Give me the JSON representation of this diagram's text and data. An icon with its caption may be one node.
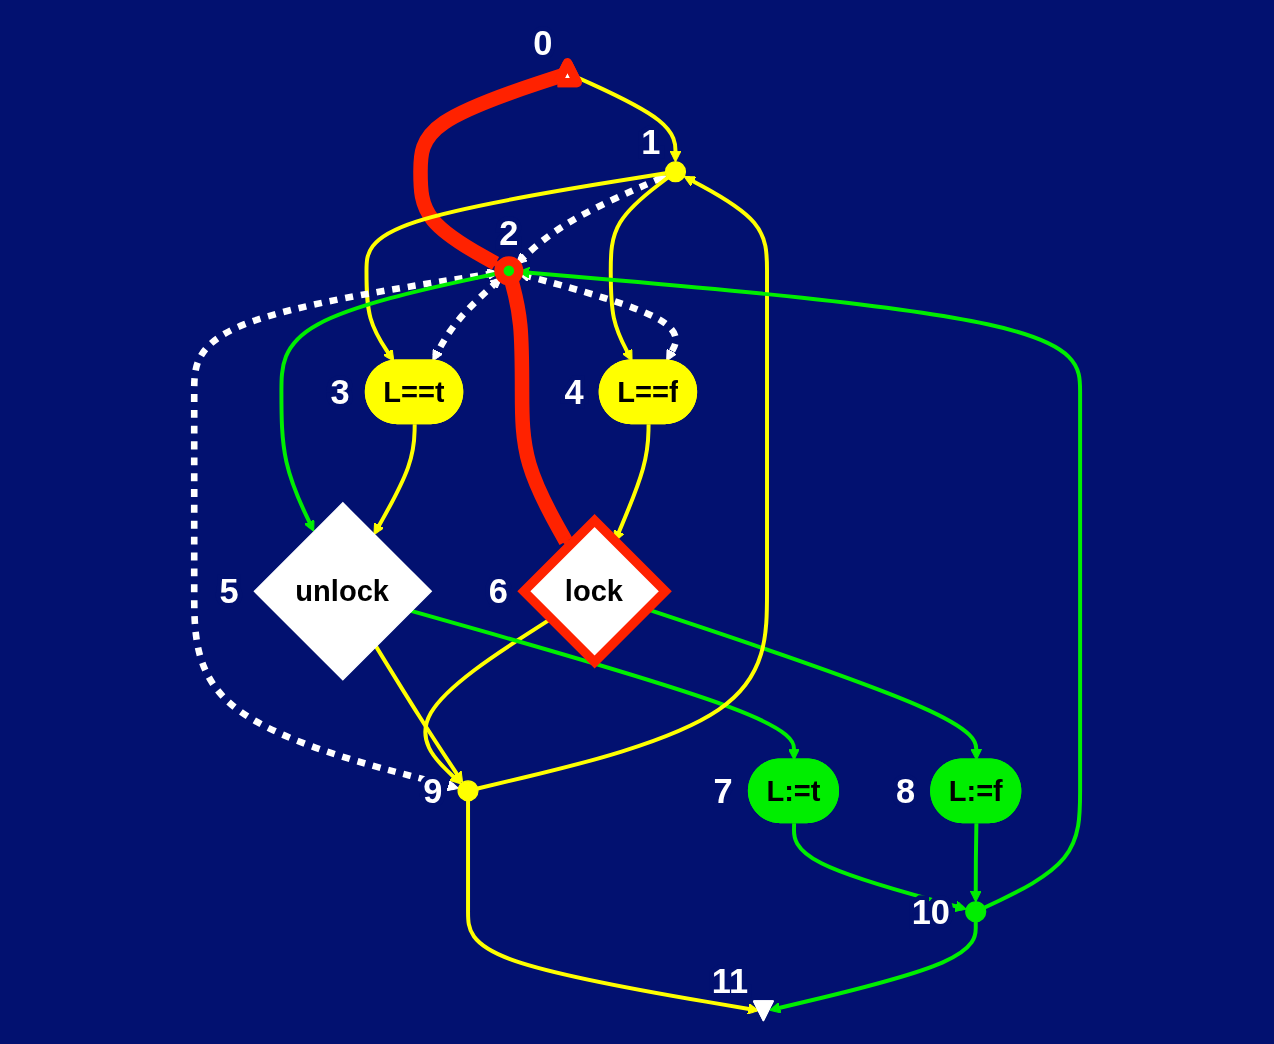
{
  "diagram": {
    "nodes": [
      {
        "text": [],
        "shape": "triangle",
        "beside": [
          "0"
        ]
      },
      {
        "text": [],
        "shape": "circle",
        "beside": [
          "1"
        ]
      },
      {
        "text": [],
        "shape": "circle",
        "beside": [
          "2"
        ]
      },
      {
        "text": [
          "L==t"
        ],
        "beside": [
          "3"
        ]
      },
      {
        "text": [
          "L==f"
        ],
        "beside": [
          "4"
        ]
      },
      {
        "text": [
          "unlock"
        ],
        "beside": [
          "5"
        ]
      },
      {
        "text": [
          "lock"
        ],
        "beside": [
          "6"
        ]
      },
      {
        "text": [
          "L:=t"
        ],
        "beside": [
          "7"
        ]
      },
      {
        "text": [
          "L:=f"
        ],
        "beside": [
          "8"
        ]
      },
      {
        "text": [],
        "shape": "circle",
        "beside": [
          "9"
        ]
      },
      {
        "text": [],
        "shape": "circle",
        "beside": [
          "10"
        ]
      },
      {
        "text": [],
        "shape": "triangle",
        "beside": [
          "11"
        ]
      }
    ],
    "edges": [
      {
        "from": 0,
        "to": 1,
        "arrow": "to"
      },
      {
        "from": 0,
        "to": 2,
        "arrow": "to",
        "style": "thick",
        "color": "#ff2200"
      },
      {
        "from": 1,
        "to": 2,
        "arrow": "both",
        "style": "dashed",
        "color": "#ffffff"
      },
      {
        "from": 1,
        "to": 3,
        "arrow": "to"
      },
      {
        "from": 1,
        "to": 4,
        "arrow": "to"
      },
      {
        "from": 2,
        "to": 3,
        "arrow": "both",
        "style": "dashed",
        "color": "#ffffff"
      },
      {
        "from": 2,
        "to": 4,
        "arrow": "both",
        "style": "dashed",
        "color": "#ffffff"
      },
      {
        "from": 2,
        "to": 6,
        "arrow": "to",
        "style": "thick",
        "color": "#ff2200"
      },
      {
        "from": 2,
        "to": 9,
        "arrow": "both",
        "style": "dashed",
        "color": "#ffffff"
      },
      {
        "from": 2,
        "to": 5,
        "arrow": "to",
        "color": "#00ee00"
      },
      {
        "from": 3,
        "to": 5,
        "arrow": "to"
      },
      {
        "from": 4,
        "to": 6,
        "arrow": "to"
      },
      {
        "from": 6,
        "to": 9,
        "arrow": "to"
      },
      {
        "from": 6,
        "to": 8,
        "arrow": "to",
        "color": "#00ee00"
      },
      {
        "from": 5,
        "to": 7,
        "arrow": "to",
        "color": "#00ee00"
      },
      {
        "from": 5,
        "to": 9,
        "arrow": "to"
      },
      {
        "from": 7,
        "to": 10,
        "arrow": "to",
        "color": "#00ee00"
      },
      {
        "from": 8,
        "to": 10,
        "arrow": "to",
        "color": "#00ee00"
      },
      {
        "from": 9,
        "to": 1,
        "arrow": "to"
      },
      {
        "from": 10,
        "to": 2,
        "arrow": "to",
        "color": "#00ee00"
      },
      {
        "from": 9,
        "to": 11,
        "arrow": "to"
      },
      {
        "from": 10,
        "to": 11,
        "arrow": "to",
        "color": "#00ee00"
      }
    ]
  }
}
